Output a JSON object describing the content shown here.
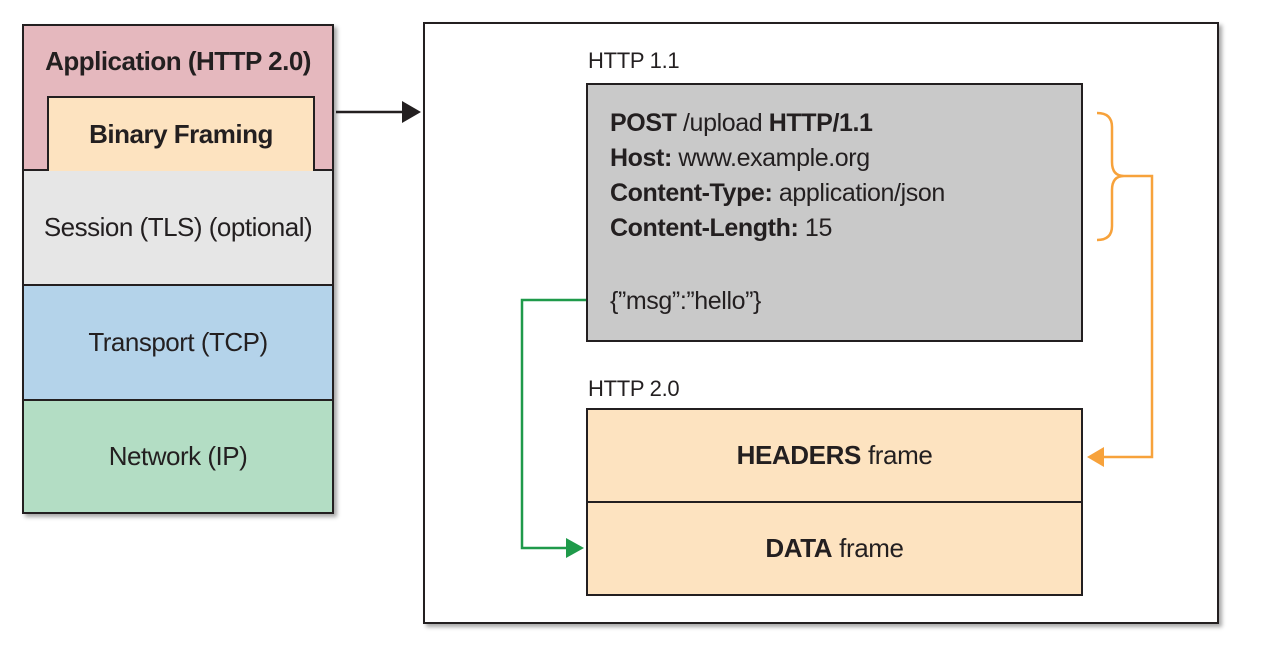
{
  "stack": {
    "application": "Application (HTTP 2.0)",
    "binary_framing": "Binary Framing",
    "session": "Session (TLS) (optional)",
    "transport": "Transport (TCP)",
    "network": "Network (IP)"
  },
  "http11": {
    "label": "HTTP 1.1",
    "lines": [
      {
        "bold": "POST",
        "text": " /upload ",
        "bold2": "HTTP/1.1"
      },
      {
        "bold": "Host:",
        "text": " www.example.org"
      },
      {
        "bold": "Content-Type:",
        "text": " application/json"
      },
      {
        "bold": "Content-Length:",
        "text": " 15"
      }
    ],
    "body": "{”msg”:”hello”}"
  },
  "http20": {
    "label": "HTTP 2.0",
    "headers_frame": {
      "bold": "HEADERS",
      "text": "frame"
    },
    "data_frame": {
      "bold": "DATA",
      "text": "frame"
    }
  },
  "colors": {
    "application": "#e5b8be",
    "binary_framing": "#fde3c0",
    "session": "#e6e6e6",
    "transport": "#b4d3ea",
    "network": "#b3ddc4",
    "request": "#c9c9c9",
    "frames": "#fde3c0",
    "header_arrow": "#f7a23b",
    "data_arrow": "#1f9a4a"
  }
}
